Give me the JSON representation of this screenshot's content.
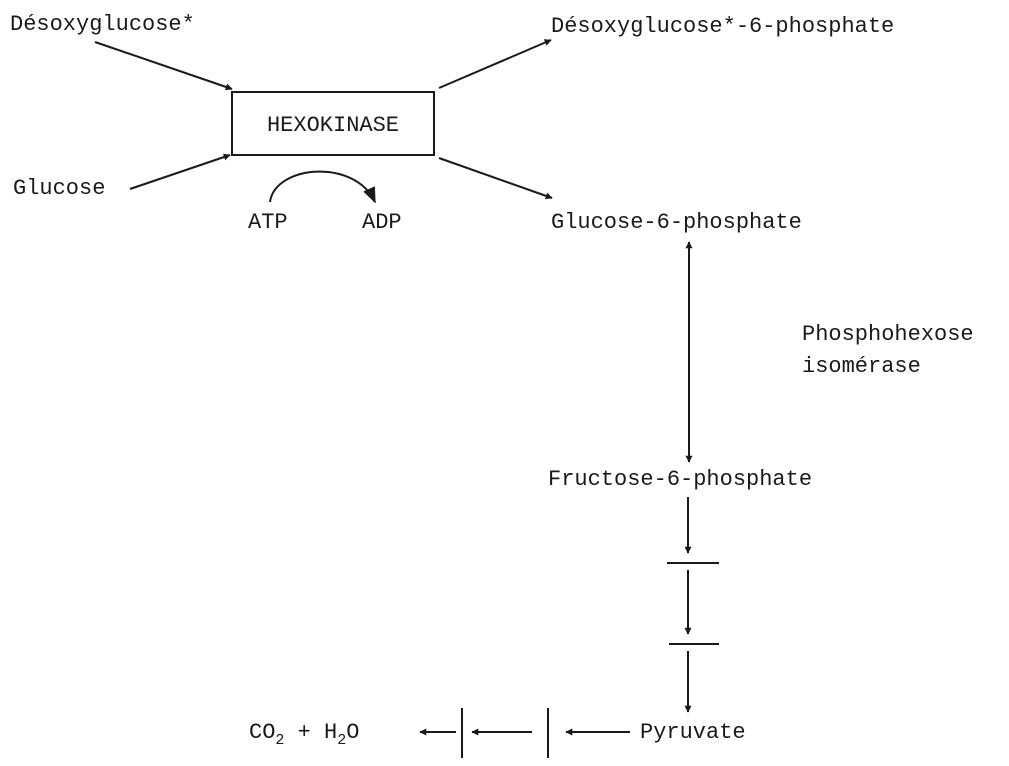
{
  "labels": {
    "desoxyglucose": "Désoxyglucose*",
    "desoxyglucose_6p": "Désoxyglucose*-6-phosphate",
    "hexokinase": "HEXOKINASE",
    "glucose": "Glucose",
    "atp": "ATP",
    "adp": "ADP",
    "glucose_6p": "Glucose-6-phosphate",
    "enzyme_line1": "Phosphohexose",
    "enzyme_line2": "isomérase",
    "fructose_6p": "Fructose-6-phosphate",
    "pyruvate": "Pyruvate",
    "co2_base": "CO",
    "co2_sub": "2",
    "plus": " + H",
    "h2o_sub": "2",
    "h2o_o": "O"
  }
}
